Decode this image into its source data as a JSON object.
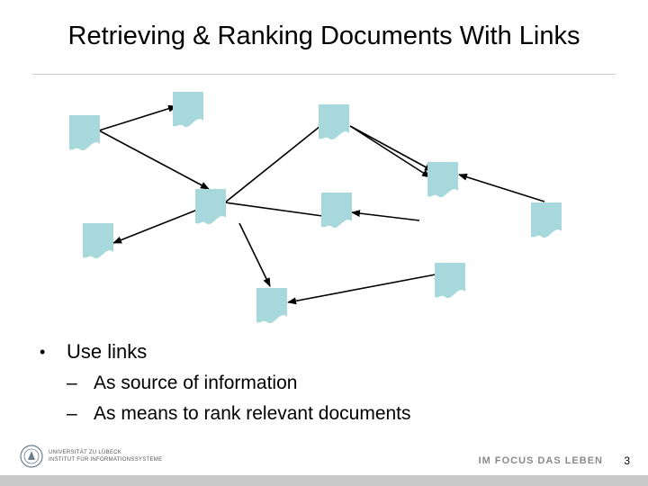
{
  "slide": {
    "title": "Retrieving & Ranking Documents With Links",
    "page_number": "3"
  },
  "bullets": {
    "main": "Use links",
    "subs": [
      "As source of information",
      "As means to rank relevant documents"
    ]
  },
  "footer": {
    "university_line1": "UNIVERSITÄT ZU LÜBECK",
    "university_line2": "INSTITUT FÜR INFORMATIONSSYSTEME",
    "motto": "IM FOCUS DAS LEBEN"
  },
  "colors": {
    "document_fill": "#a6d8dc",
    "arrow": "#000000",
    "footer_bar": "#c9c9c9"
  }
}
